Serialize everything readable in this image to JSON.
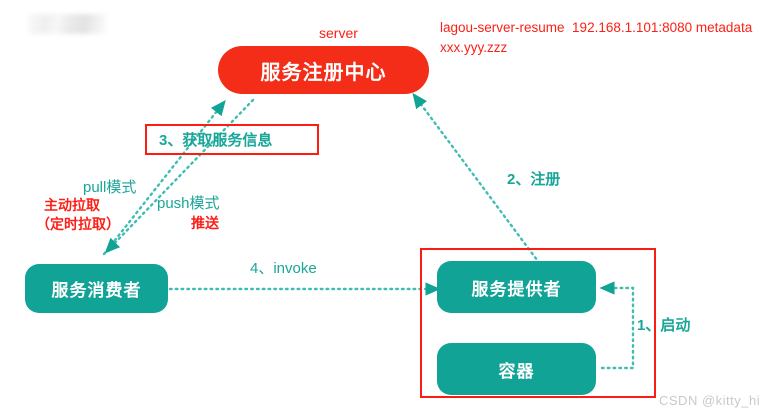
{
  "diagram": {
    "title_hidden_block": "redacted-logo",
    "nodes": [
      {
        "id": "registry",
        "label": "服务注册中心",
        "color": "#f42d18"
      },
      {
        "id": "consumer",
        "label": "服务消费者",
        "color": "#11a396"
      },
      {
        "id": "provider",
        "label": "服务提供者",
        "color": "#11a396"
      },
      {
        "id": "container",
        "label": "容器",
        "color": "#11a396"
      }
    ],
    "annotations": {
      "server_tag": "server",
      "metadata_line1": "lagou-server-resume  192.168.1.101:8080 metadata",
      "metadata_line2": "xxx.yyy.zzz",
      "step3_boxed": "3、获取服务信息",
      "pull_mode": "pull模式",
      "pull_sub1": "主动拉取",
      "pull_sub2": "（定时拉取）",
      "push_mode": "push模式",
      "push_sub": "推送",
      "step2_register": "2、注册",
      "step4_invoke": "4、invoke",
      "step1_start": "1、启动"
    },
    "watermark": "CSDN @kitty_hi",
    "colors": {
      "red": "#fd1c13",
      "red_fill": "#f42d18",
      "teal": "#11a396",
      "teal_text": "#1aa698",
      "watermark_gray": "#c9c9c9"
    }
  }
}
